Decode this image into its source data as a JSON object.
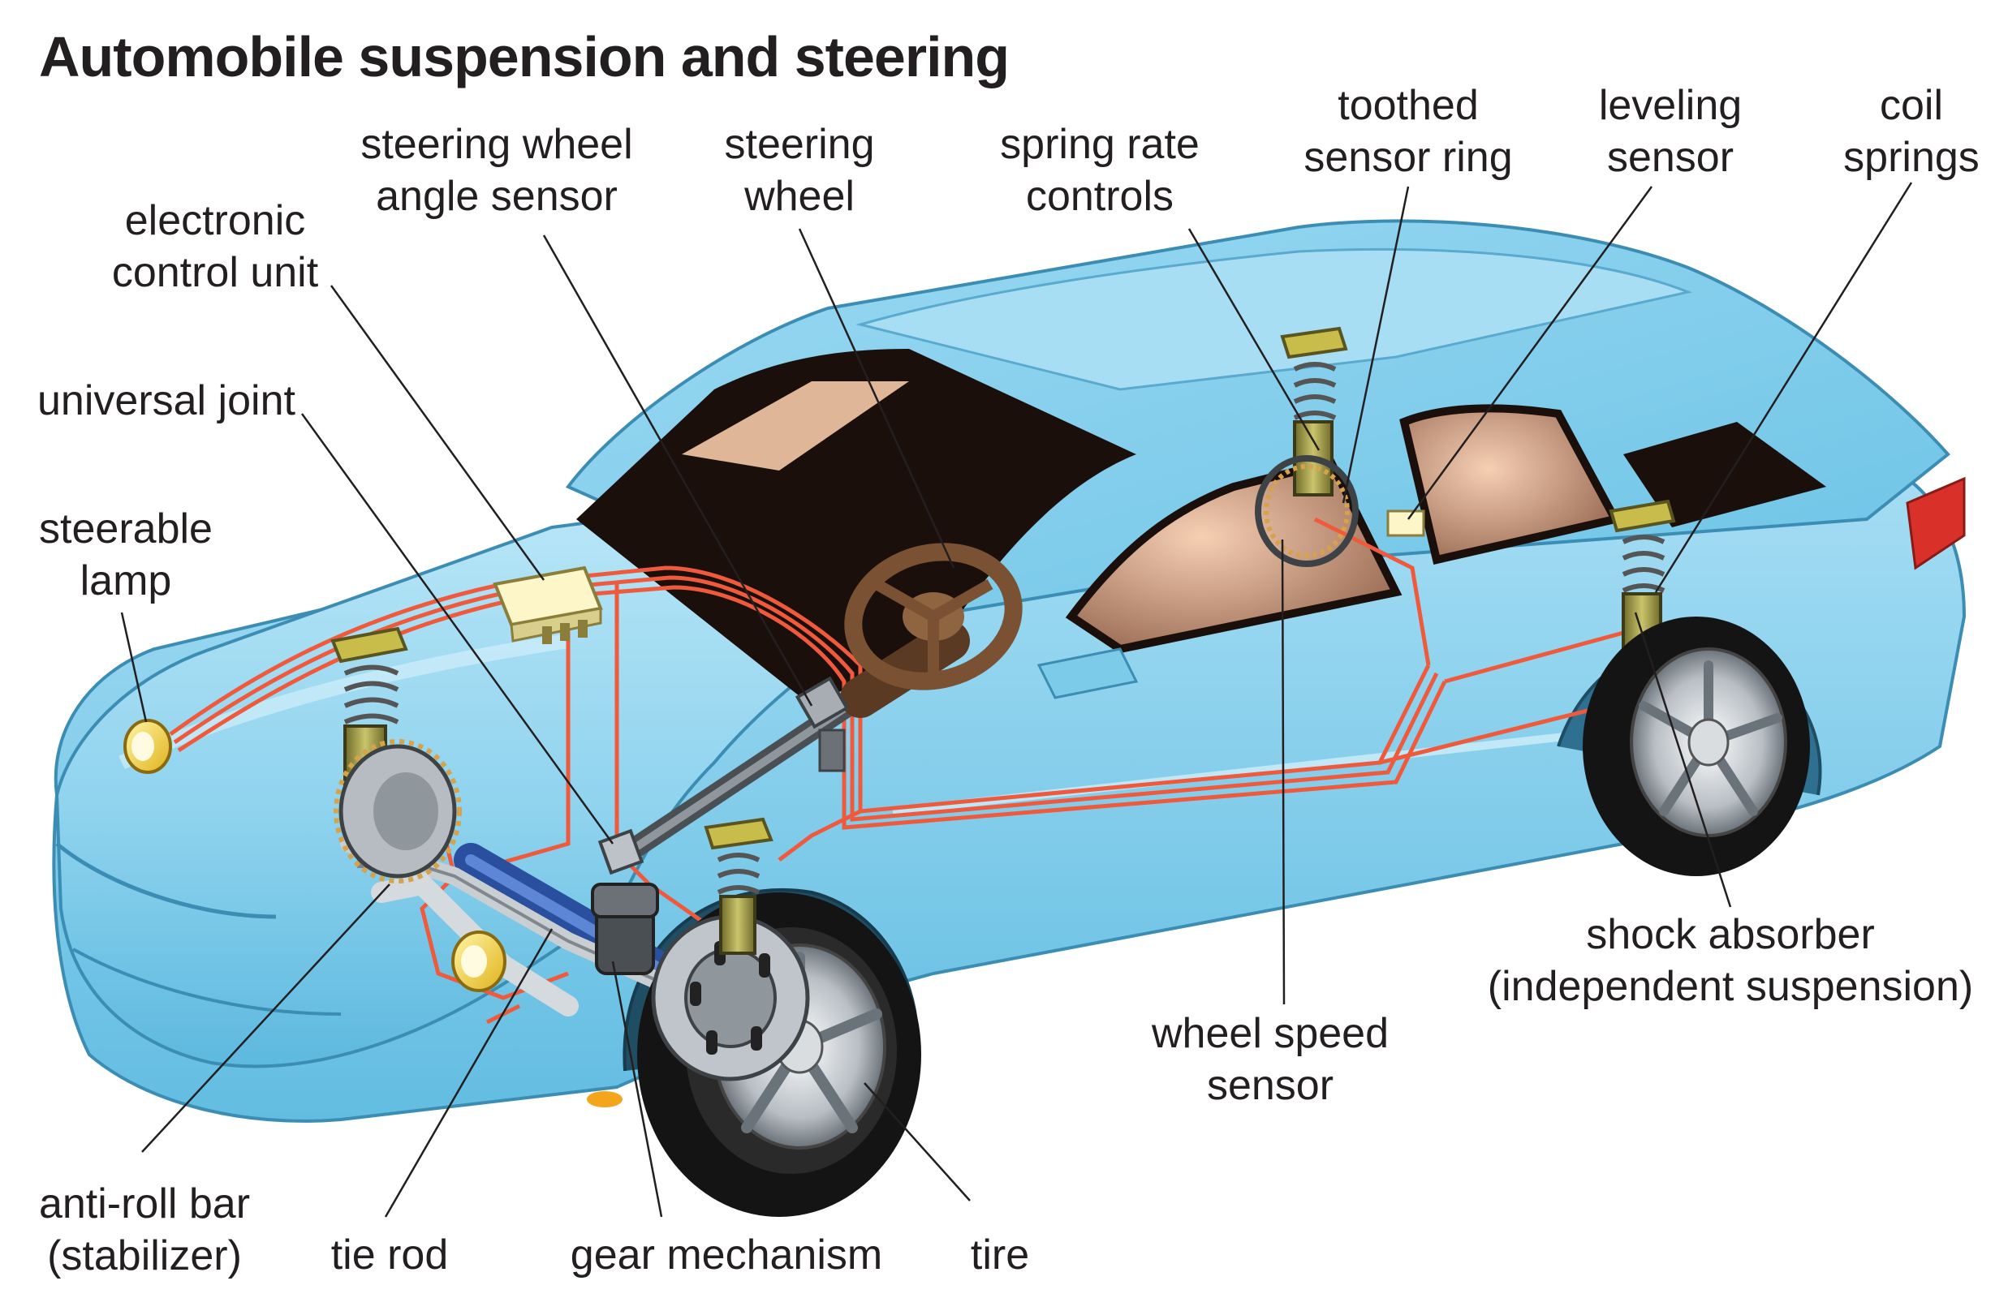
{
  "title": "Automobile suspension and steering",
  "labels": {
    "steering_wheel_angle_sensor": [
      "steering wheel",
      "angle sensor"
    ],
    "steering_wheel": [
      "steering",
      "wheel"
    ],
    "electronic_control_unit": [
      "electronic",
      "control unit"
    ],
    "spring_rate_controls": [
      "spring rate",
      "controls"
    ],
    "toothed_sensor_ring": [
      "toothed",
      "sensor ring"
    ],
    "leveling_sensor": [
      "leveling",
      "sensor"
    ],
    "coil_springs": [
      "coil",
      "springs"
    ],
    "universal_joint": [
      "universal joint"
    ],
    "steerable_lamp": [
      "steerable",
      "lamp"
    ],
    "shock_absorber": [
      "shock absorber",
      "(independent suspension)"
    ],
    "wheel_speed_sensor": [
      "wheel speed",
      "sensor"
    ],
    "anti_roll_bar": [
      "anti-roll bar",
      "(stabilizer)"
    ],
    "tie_rod": [
      "tie rod"
    ],
    "gear_mechanism": [
      "gear mechanism"
    ],
    "tire": [
      "tire"
    ]
  },
  "colors": {
    "body": "#8fd3ee",
    "body_dark": "#4aaed6",
    "glass": "#1a0f0a",
    "wiring": "#f05a3c",
    "tire": "#141414",
    "text": "#231f20"
  }
}
